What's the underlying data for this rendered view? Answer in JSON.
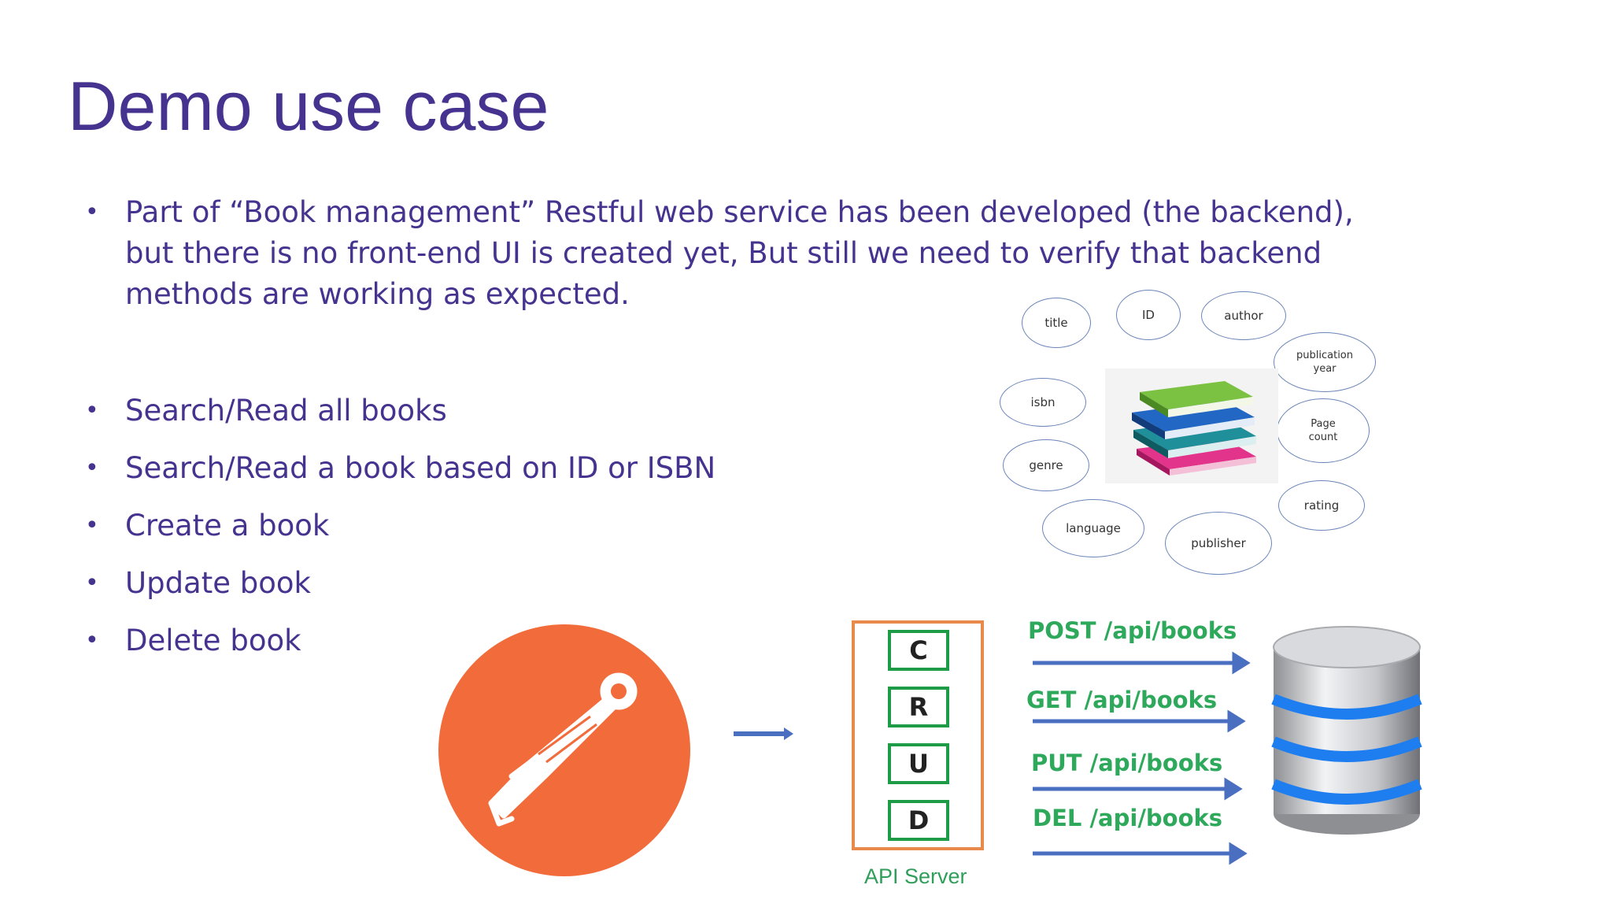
{
  "slide": {
    "title": "Demo use case",
    "intro": "Part of “Book management” Restful web service has been developed (the backend), but there is no front-end UI is created yet, But still we need to verify that backend methods are working as expected.",
    "bullets": [
      "Search/Read all books",
      "Search/Read a book based on ID or ISBN",
      "Create a book",
      "Update book",
      "Delete book"
    ],
    "bullet_glyph": "•"
  },
  "book_diagram": {
    "fields": [
      "title",
      "ID",
      "author",
      "publication year",
      "isbn",
      "Page count",
      "genre",
      "rating",
      "language",
      "publisher"
    ],
    "center_icon": "books-stack-icon"
  },
  "api_diagram": {
    "client_icon": "postman-logo-icon",
    "crud_letters": [
      "C",
      "R",
      "U",
      "D"
    ],
    "server_label": "API Server",
    "endpoints": [
      "POST /api/books",
      "GET /api/books",
      "PUT /api/books",
      "DEL /api/books"
    ],
    "database_icon": "database-icon"
  },
  "colors": {
    "text": "#46338f",
    "postman": "#f26b3a",
    "crud_border": "#e88a4c",
    "crud_letter_border": "#1e9b46",
    "endpoint_text": "#2ea95c",
    "arrow": "#4a6fc0",
    "db_ring": "#1e7ef0"
  }
}
